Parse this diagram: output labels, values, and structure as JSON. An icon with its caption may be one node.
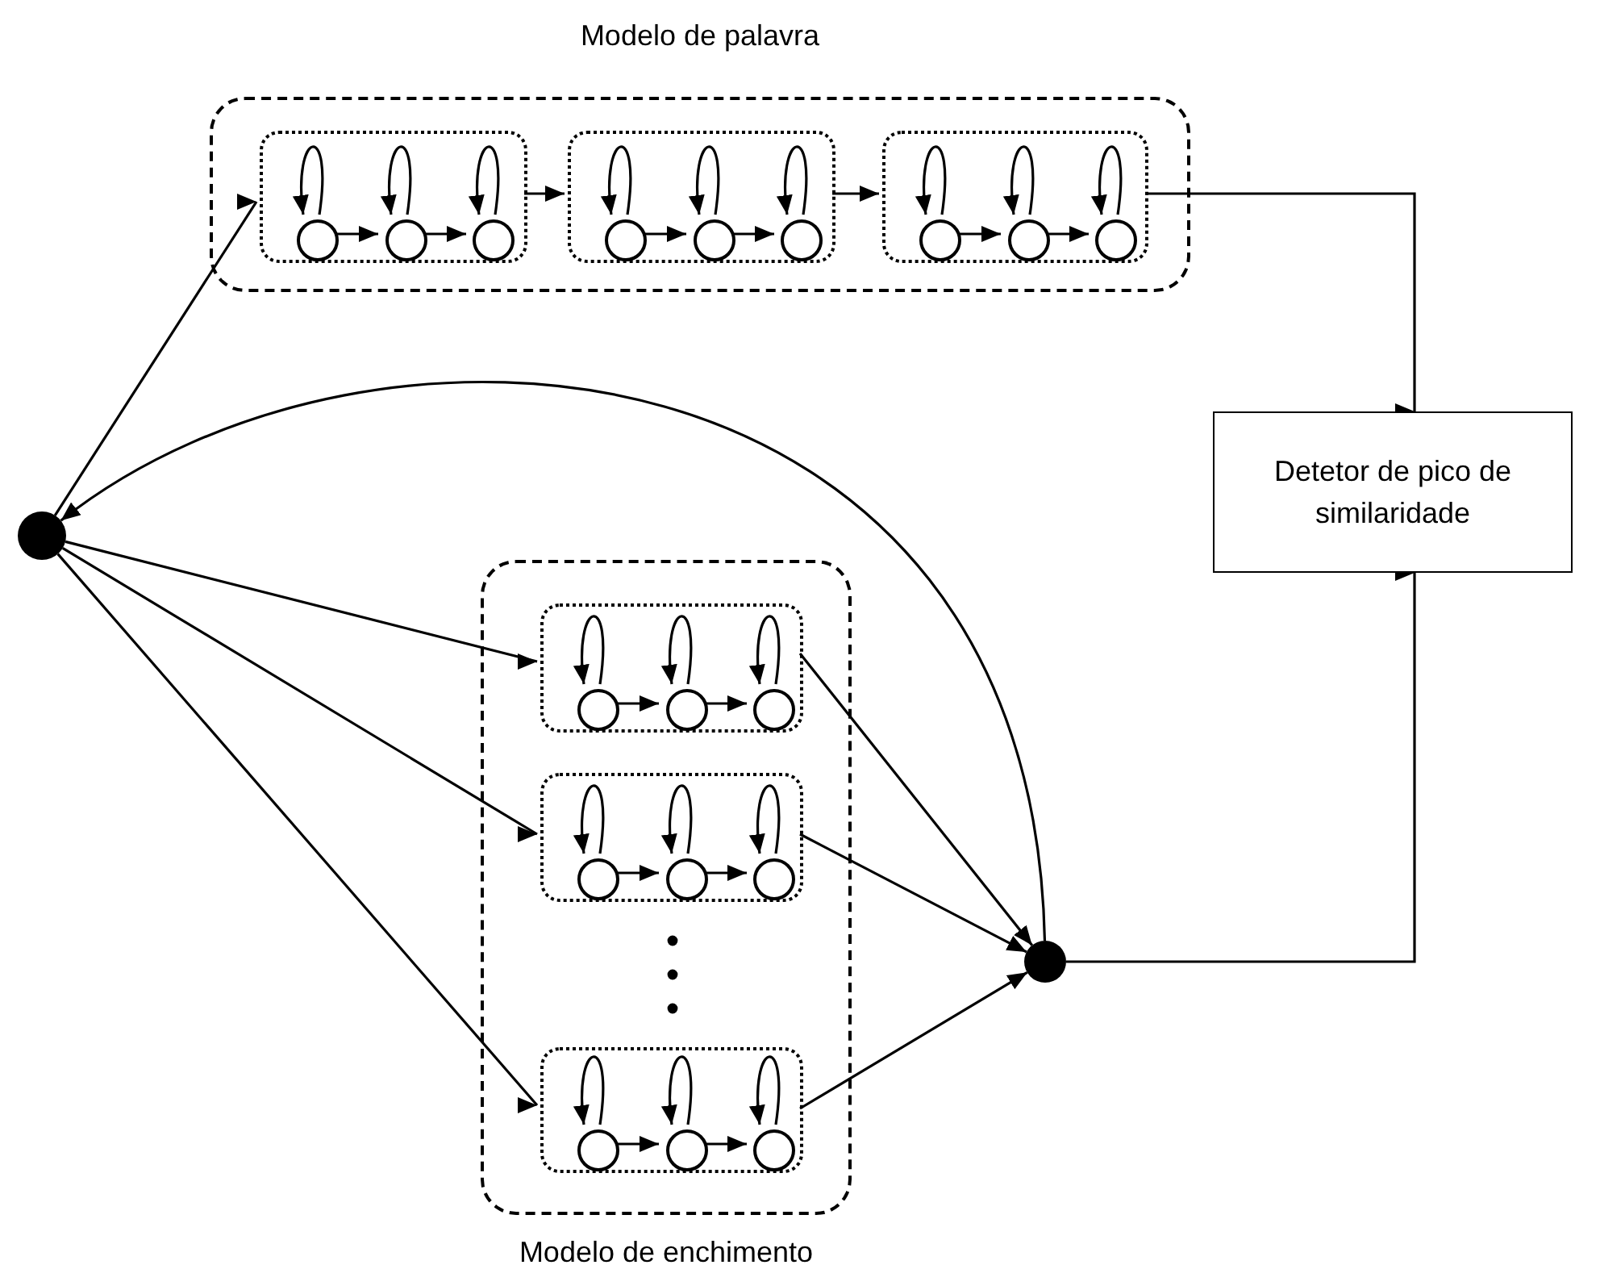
{
  "diagram": {
    "nodes": [
      {
        "text": [
          "Modelo de palavra"
        ]
      },
      {
        "text": [],
        "shape": "box",
        "in": 0
      },
      {
        "text": [],
        "shape": "circle",
        "in": 1
      },
      {
        "text": [],
        "shape": "circle",
        "in": 1
      },
      {
        "text": [],
        "shape": "circle",
        "in": 1
      },
      {
        "text": [],
        "shape": "box",
        "in": 0
      },
      {
        "text": [],
        "shape": "circle",
        "in": 5
      },
      {
        "text": [],
        "shape": "circle",
        "in": 5
      },
      {
        "text": [],
        "shape": "circle",
        "in": 5
      },
      {
        "text": [],
        "shape": "box",
        "in": 0
      },
      {
        "text": [],
        "shape": "circle",
        "in": 9
      },
      {
        "text": [],
        "shape": "circle",
        "in": 9
      },
      {
        "text": [],
        "shape": "circle",
        "in": 9
      },
      {
        "text": [
          "Detetor de pico de similaridade"
        ]
      },
      {
        "text": [],
        "shape": "dot"
      },
      {
        "text": [
          "Modelo de enchimento"
        ]
      },
      {
        "text": [],
        "shape": "box",
        "in": 15
      },
      {
        "text": [],
        "shape": "circle",
        "in": 16
      },
      {
        "text": [],
        "shape": "circle",
        "in": 16
      },
      {
        "text": [],
        "shape": "circle",
        "in": 16
      },
      {
        "text": [],
        "shape": "box",
        "in": 15
      },
      {
        "text": [],
        "shape": "circle",
        "in": 20
      },
      {
        "text": [],
        "shape": "circle",
        "in": 20
      },
      {
        "text": [],
        "shape": "circle",
        "in": 20
      },
      {
        "text": [],
        "shape": "box",
        "in": 15
      },
      {
        "text": [],
        "shape": "circle",
        "in": 24
      },
      {
        "text": [],
        "shape": "circle",
        "in": 24
      },
      {
        "text": [],
        "shape": "circle",
        "in": 24
      },
      {
        "text": [],
        "shape": "dot"
      }
    ],
    "edges": [
      {
        "from": 14,
        "to": 1,
        "arrow": "to"
      },
      {
        "from": 1,
        "to": 5,
        "arrow": "to"
      },
      {
        "from": 5,
        "to": 9,
        "arrow": "to"
      },
      {
        "from": 9,
        "to": 13,
        "arrow": "to"
      },
      {
        "from": 14,
        "to": 16,
        "arrow": "to"
      },
      {
        "from": 14,
        "to": 20,
        "arrow": "to"
      },
      {
        "from": 14,
        "to": 24,
        "arrow": "to"
      },
      {
        "from": 16,
        "to": 28,
        "arrow": "to"
      },
      {
        "from": 20,
        "to": 28,
        "arrow": "to"
      },
      {
        "from": 24,
        "to": 28,
        "arrow": "to"
      },
      {
        "from": 28,
        "to": 14,
        "arrow": "to"
      },
      {
        "from": 28,
        "to": 13,
        "arrow": "to"
      },
      {
        "from": 2,
        "to": 2,
        "arrow": "to"
      },
      {
        "from": 2,
        "to": 3,
        "arrow": "to"
      },
      {
        "from": 3,
        "to": 3,
        "arrow": "to"
      },
      {
        "from": 3,
        "to": 4,
        "arrow": "to"
      },
      {
        "from": 4,
        "to": 4,
        "arrow": "to"
      },
      {
        "from": 6,
        "to": 6,
        "arrow": "to"
      },
      {
        "from": 6,
        "to": 7,
        "arrow": "to"
      },
      {
        "from": 7,
        "to": 7,
        "arrow": "to"
      },
      {
        "from": 7,
        "to": 8,
        "arrow": "to"
      },
      {
        "from": 8,
        "to": 8,
        "arrow": "to"
      },
      {
        "from": 10,
        "to": 10,
        "arrow": "to"
      },
      {
        "from": 10,
        "to": 11,
        "arrow": "to"
      },
      {
        "from": 11,
        "to": 11,
        "arrow": "to"
      },
      {
        "from": 11,
        "to": 12,
        "arrow": "to"
      },
      {
        "from": 12,
        "to": 12,
        "arrow": "to"
      },
      {
        "from": 17,
        "to": 17,
        "arrow": "to"
      },
      {
        "from": 17,
        "to": 18,
        "arrow": "to"
      },
      {
        "from": 18,
        "to": 18,
        "arrow": "to"
      },
      {
        "from": 18,
        "to": 19,
        "arrow": "to"
      },
      {
        "from": 19,
        "to": 19,
        "arrow": "to"
      },
      {
        "from": 21,
        "to": 21,
        "arrow": "to"
      },
      {
        "from": 21,
        "to": 22,
        "arrow": "to"
      },
      {
        "from": 22,
        "to": 22,
        "arrow": "to"
      },
      {
        "from": 22,
        "to": 23,
        "arrow": "to"
      },
      {
        "from": 23,
        "to": 23,
        "arrow": "to"
      },
      {
        "from": 25,
        "to": 25,
        "arrow": "to"
      },
      {
        "from": 25,
        "to": 26,
        "arrow": "to"
      },
      {
        "from": 26,
        "to": 26,
        "arrow": "to"
      },
      {
        "from": 26,
        "to": 27,
        "arrow": "to"
      },
      {
        "from": 27,
        "to": 27,
        "arrow": "to"
      }
    ]
  }
}
